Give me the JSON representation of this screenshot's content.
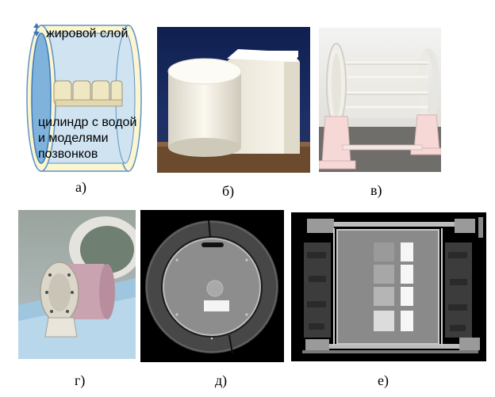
{
  "figure": {
    "panel_a": {
      "caption": "а)",
      "fat_layer_label": "жировой слой",
      "cylinder_label_lines": [
        "цилиндр с водой",
        "и моделями",
        "позвонков"
      ]
    },
    "panel_b": {
      "caption": "б)"
    },
    "panel_v": {
      "caption": "в)"
    },
    "panel_g": {
      "caption": "г)"
    },
    "panel_d": {
      "caption": "д)"
    },
    "panel_e": {
      "caption": "е)"
    }
  },
  "colors": {
    "fat_layer": "#fbf6cf",
    "water_cylinder": "#cfe3f1",
    "water_front": "#7fb3dc",
    "vertebra_model": "#efe6c2",
    "outline_blue": "#5f93c8",
    "plastic_white": "#f2efe6",
    "ct_dark": "#454545",
    "ct_body": "#8c8c8c"
  }
}
